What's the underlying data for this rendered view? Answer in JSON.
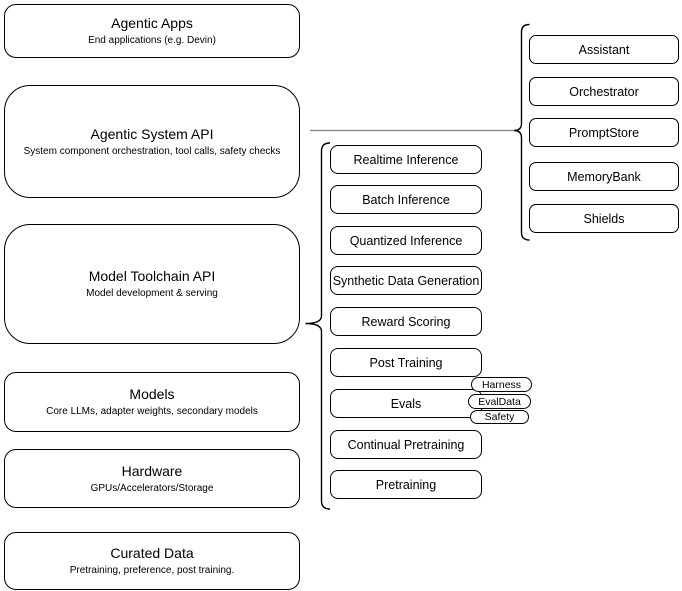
{
  "diagram": {
    "stack": [
      {
        "title": "Agentic Apps",
        "subtitle": "End applications (e.g. Devin)"
      },
      {
        "title": "Agentic System API",
        "subtitle": "System component orchestration, tool calls, safety checks"
      },
      {
        "title": "Model Toolchain API",
        "subtitle": "Model development & serving"
      },
      {
        "title": "Models",
        "subtitle": "Core LLMs, adapter weights, secondary models"
      },
      {
        "title": "Hardware",
        "subtitle": "GPUs/Accelerators/Storage"
      },
      {
        "title": "Curated Data",
        "subtitle": "Pretraining, preference, post training."
      }
    ],
    "toolchain_items": [
      "Realtime Inference",
      "Batch Inference",
      "Quantized Inference",
      "Synthetic Data Generation",
      "Reward Scoring",
      "Post Training",
      "Evals",
      "Continual Pretraining",
      "Pretraining"
    ],
    "eval_tags": [
      "Harness",
      "EvalData",
      "Safety"
    ],
    "system_components": [
      "Assistant",
      "Orchestrator",
      "PromptStore",
      "MemoryBank",
      "Shields"
    ],
    "colors": {
      "stroke": "#000000",
      "background": "#ffffff",
      "connector_line": "#808080"
    }
  }
}
